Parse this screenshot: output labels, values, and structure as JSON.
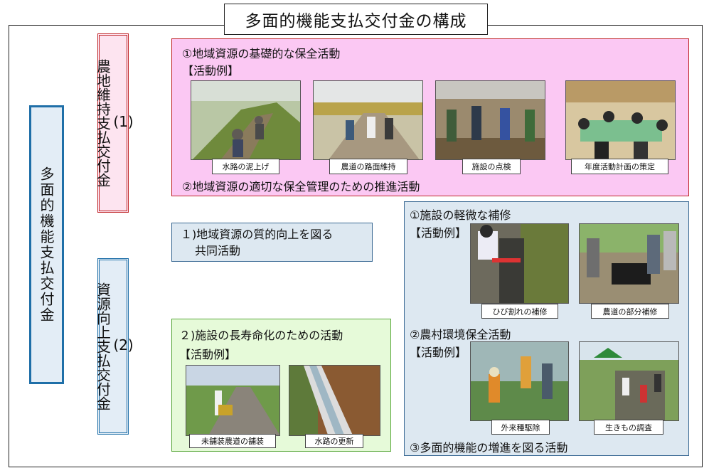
{
  "title": "多面的機能支払交付金の構成",
  "root_label": "多面的機能支払交付金",
  "branch1": {
    "number": "(1)",
    "label": "農地維持支払交付金"
  },
  "branch2": {
    "number": "(2)",
    "label": "資源向上支払交付金"
  },
  "pink_panel": {
    "heading1": "①地域資源の基礎的な保全活動",
    "examples_label": "【活動例】",
    "photos": [
      {
        "caption": "水路の泥上げ",
        "icon": "canal-mud-photo"
      },
      {
        "caption": "農道の路面維持",
        "icon": "farm-road-photo"
      },
      {
        "caption": "施設の点検",
        "icon": "facility-inspection-photo"
      },
      {
        "caption": "年度活動計画の策定",
        "icon": "meeting-photo"
      }
    ],
    "heading2": "②地域資源の適切な保全管理のための推進活動"
  },
  "quality_box": {
    "line1": "１)地域資源の質的向上を図る",
    "line2": "共同活動"
  },
  "blue_panel": {
    "heading1": "①施設の軽微な補修",
    "examples1": "【活動例】",
    "photos1": [
      {
        "caption": "ひび割れの補修",
        "icon": "crack-repair-photo"
      },
      {
        "caption": "農道の部分補修",
        "icon": "road-patch-photo"
      }
    ],
    "heading2": "②農村環境保全活動",
    "examples2": "【活動例】",
    "photos2": [
      {
        "caption": "外来種駆除",
        "icon": "invasive-removal-photo"
      },
      {
        "caption": "生きもの調査",
        "icon": "wildlife-survey-photo"
      }
    ],
    "heading3": "③多面的機能の増進を図る活動"
  },
  "green_panel": {
    "heading": "２)施設の長寿命化のための活動",
    "examples_label": "【活動例】",
    "photos": [
      {
        "caption": "未舗装農道の舗装",
        "icon": "road-paving-photo"
      },
      {
        "caption": "水路の更新",
        "icon": "canal-renewal-photo"
      }
    ]
  },
  "colors": {
    "pink_panel": "#fbc8f3",
    "blue_panel": "#dde8f1",
    "green_panel": "#e6fad9",
    "red_border": "#c0282a",
    "blue_border": "#1f6fa8"
  }
}
